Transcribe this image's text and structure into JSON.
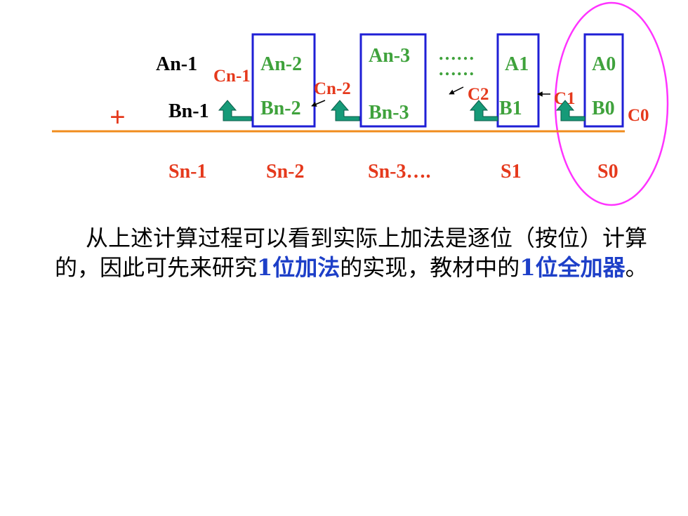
{
  "colors": {
    "accent": "#F08C1E",
    "box": "#1F1FD6",
    "green_text": "#3FA23C",
    "red_text": "#E5391C",
    "black_text": "#000000",
    "arrow": "#169A78",
    "ellipse": "#FF33FF",
    "highlight": "#1D3FC8"
  },
  "diagram": {
    "plus": "+",
    "a_row": [
      "An-1",
      "An-2",
      "An-3",
      "A1",
      "A0"
    ],
    "b_row": [
      "Bn-1",
      "Bn-2",
      "Bn-3",
      "B1",
      "B0"
    ],
    "carries": [
      "Cn-1",
      "Cn-2",
      "C2",
      "C1",
      "C0"
    ],
    "ellipsis_1": "……",
    "ellipsis_2": "……",
    "sums": [
      "Sn-1",
      "Sn-2",
      "Sn-3….",
      "S1",
      "S0"
    ]
  },
  "paragraph": {
    "part1": "从上述计算过程可以看到实际上加法是逐位（按位）计算的，因此可先来研究",
    "highlight1": "1位加法",
    "part2": "的实现，教材中的",
    "highlight2": "1位全加器",
    "part3": "。"
  }
}
